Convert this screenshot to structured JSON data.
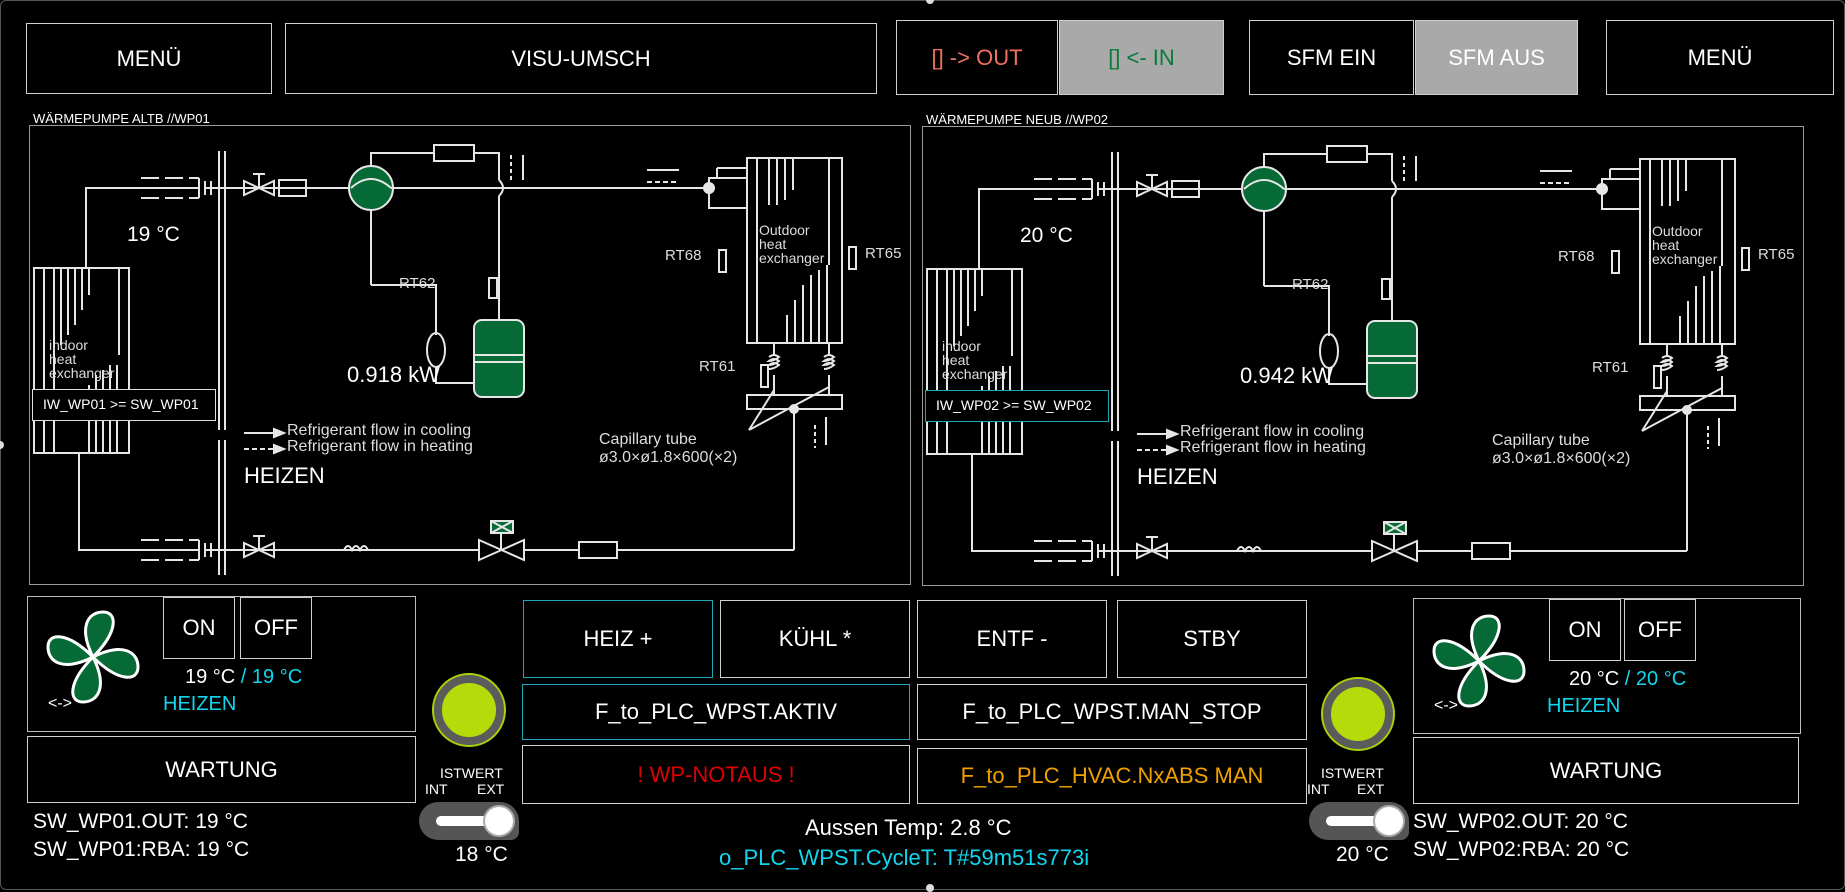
{
  "top_buttons": {
    "menu_left": "MENÜ",
    "visu_umsch": "VISU-UMSCH",
    "out": "[] -> OUT",
    "in": "[] <- IN",
    "sfm_ein": "SFM EIN",
    "sfm_aus": "SFM AUS",
    "menu_right": "MENÜ"
  },
  "colors": {
    "out_text": "#f07060",
    "in_text": "#0a7a3a",
    "accent_cyan": "#12d6ee",
    "alarm_red": "#e00000",
    "warning_orange": "#f0a000",
    "component_green": "#066a36",
    "knob_green": "#b5dc0a"
  },
  "units": [
    {
      "title": "WÄRMEPUMPE ALTB  //WP01",
      "pipe_temp": "19 °C",
      "power": "0.918 kW",
      "mode": "HEIZEN",
      "compare_label": "IW_WP01 >= SW_WP01",
      "indoor_label": [
        "indoor",
        "heat",
        "exchanger"
      ],
      "outdoor_label": [
        "Outdoor",
        "heat",
        "exchanger"
      ],
      "sensors": [
        "RT62",
        "RT68",
        "RT65",
        "RT61"
      ],
      "legend_cooling": "Refrigerant flow in cooling",
      "legend_heating": "Refrigerant flow in heating",
      "capillary_1": "Capillary tube",
      "capillary_2": "ø3.0×ø1.8×600(×2)",
      "fan": {
        "on": "ON",
        "off": "OFF",
        "direction": "<->",
        "actual": "19 °C",
        "separator_setpoint": " / 19 °C",
        "mode": "HEIZEN"
      },
      "wartung": "WARTUNG",
      "istwert": "ISTWERT",
      "int": "INT",
      "ext": "EXT",
      "toggle_value": "18 °C",
      "sw_out": "SW_WP01.OUT: 19 °C",
      "sw_rba": "SW_WP01:RBA: 19 °C"
    },
    {
      "title": "WÄRMEPUMPE NEUB //WP02",
      "pipe_temp": "20 °C",
      "power": "0.942 kW",
      "mode": "HEIZEN",
      "compare_label": "IW_WP02 >= SW_WP02",
      "indoor_label": [
        "indoor",
        "heat",
        "exchanger"
      ],
      "outdoor_label": [
        "Outdoor",
        "heat",
        "exchanger"
      ],
      "sensors": [
        "RT62",
        "RT68",
        "RT65",
        "RT61"
      ],
      "legend_cooling": "Refrigerant flow in cooling",
      "legend_heating": "Refrigerant flow in heating",
      "capillary_1": "Capillary tube",
      "capillary_2": "ø3.0×ø1.8×600(×2)",
      "fan": {
        "on": "ON",
        "off": "OFF",
        "direction": "<->",
        "actual": "20 °C",
        "separator_setpoint": " / 20 °C",
        "mode": "HEIZEN"
      },
      "wartung": "WARTUNG",
      "istwert": "ISTWERT",
      "int": "INT",
      "ext": "EXT",
      "toggle_value": "20 °C",
      "sw_out": "SW_WP02.OUT: 20 °C",
      "sw_rba": "SW_WP02:RBA: 20 °C"
    }
  ],
  "mode_buttons": {
    "heiz": "HEIZ +",
    "kuehl": "KÜHL *",
    "entf": "ENTF -",
    "stby": "STBY"
  },
  "status_buttons": {
    "aktiv": "F_to_PLC_WPST.AKTIV",
    "man_stop": "F_to_PLC_WPST.MAN_STOP",
    "notaus": "! WP-NOTAUS !",
    "nxabs": "F_to_PLC_HVAC.NxABS MAN"
  },
  "footer": {
    "aussen_temp": "Aussen Temp: 2.8 °C",
    "cycle_time": "o_PLC_WPST.CycleT: T#59m51s773i"
  }
}
